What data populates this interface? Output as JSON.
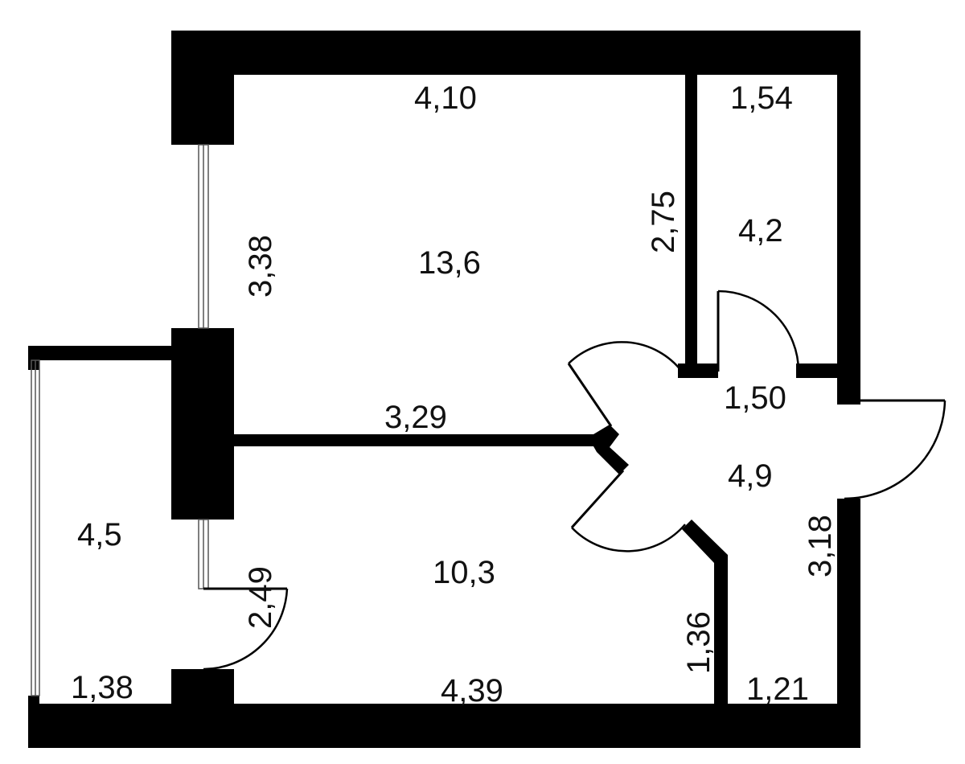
{
  "labels": {
    "room_living_area": "13,6",
    "room_living_width": "4,10",
    "room_living_depth": "3,38",
    "room_living_bottom": "3,29",
    "room_bath_area": "4,2",
    "room_bath_width": "1,54",
    "room_bath_depth": "2,75",
    "room_hall_area": "4,9",
    "room_hall_width": "1,50",
    "room_hall_depth": "3,18",
    "room_kitchen_area": "10,3",
    "room_kitchen_width": "4,39",
    "room_kitchen_depth": "2,49",
    "room_kitchen_right": "1,36",
    "room_nook_width": "1,21",
    "balcony_area": "4,5",
    "balcony_width": "1,38"
  }
}
